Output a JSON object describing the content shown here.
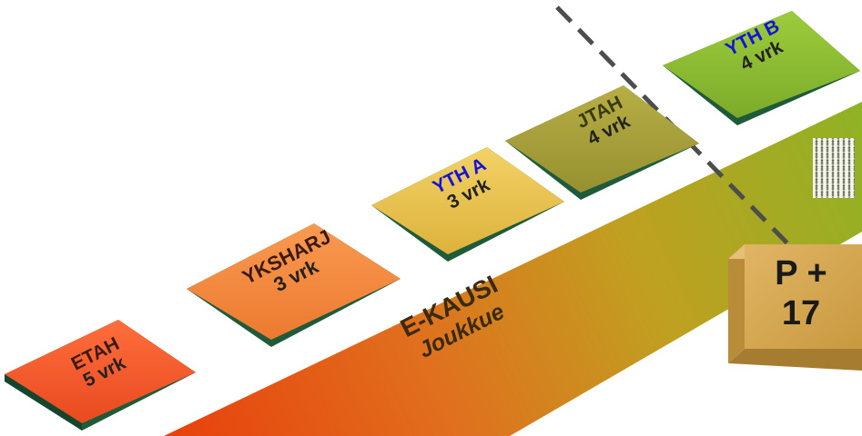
{
  "phases": [
    {
      "name": "ETAH",
      "duration": "5 vrk",
      "name_color": "#3b1a10"
    },
    {
      "name": "YKSHARJ",
      "duration": "3 vrk",
      "name_color": "#3b1a10"
    },
    {
      "name": "YTH A",
      "duration": "3 vrk",
      "name_color": "#1414d8"
    },
    {
      "name": "JTAH",
      "duration": "4 vrk",
      "name_color": "#3a3a10"
    },
    {
      "name": "YTH B",
      "duration": "4 vrk",
      "name_color": "#1414d8"
    }
  ],
  "band": {
    "title": "E-KAUSI",
    "subtitle": "Joukkue"
  },
  "milestone": {
    "line1": "P +",
    "line2": "17"
  },
  "colors": {
    "band_start": "#e8410c",
    "band_end": "#92b020",
    "tile_edge": "#1f5a3a",
    "milestone_face": "#d3a44f"
  }
}
